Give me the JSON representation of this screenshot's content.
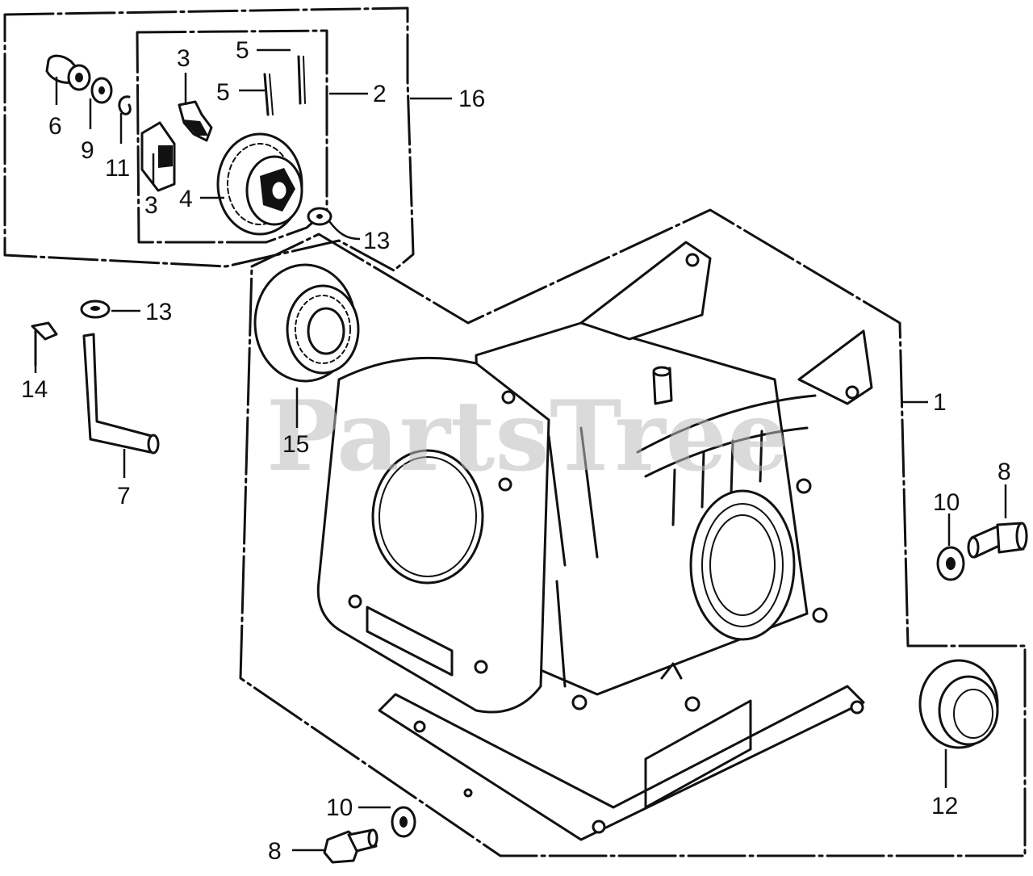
{
  "watermark": "PartsTree",
  "callouts": {
    "c1": "1",
    "c2": "2",
    "c3a": "3",
    "c3b": "3",
    "c4": "4",
    "c5a": "5",
    "c5b": "5",
    "c6": "6",
    "c7": "7",
    "c8a": "8",
    "c8b": "8",
    "c9": "9",
    "c10a": "10",
    "c10b": "10",
    "c11": "11",
    "c12": "12",
    "c13a": "13",
    "c13b": "13",
    "c14": "14",
    "c15": "15",
    "c16": "16"
  }
}
